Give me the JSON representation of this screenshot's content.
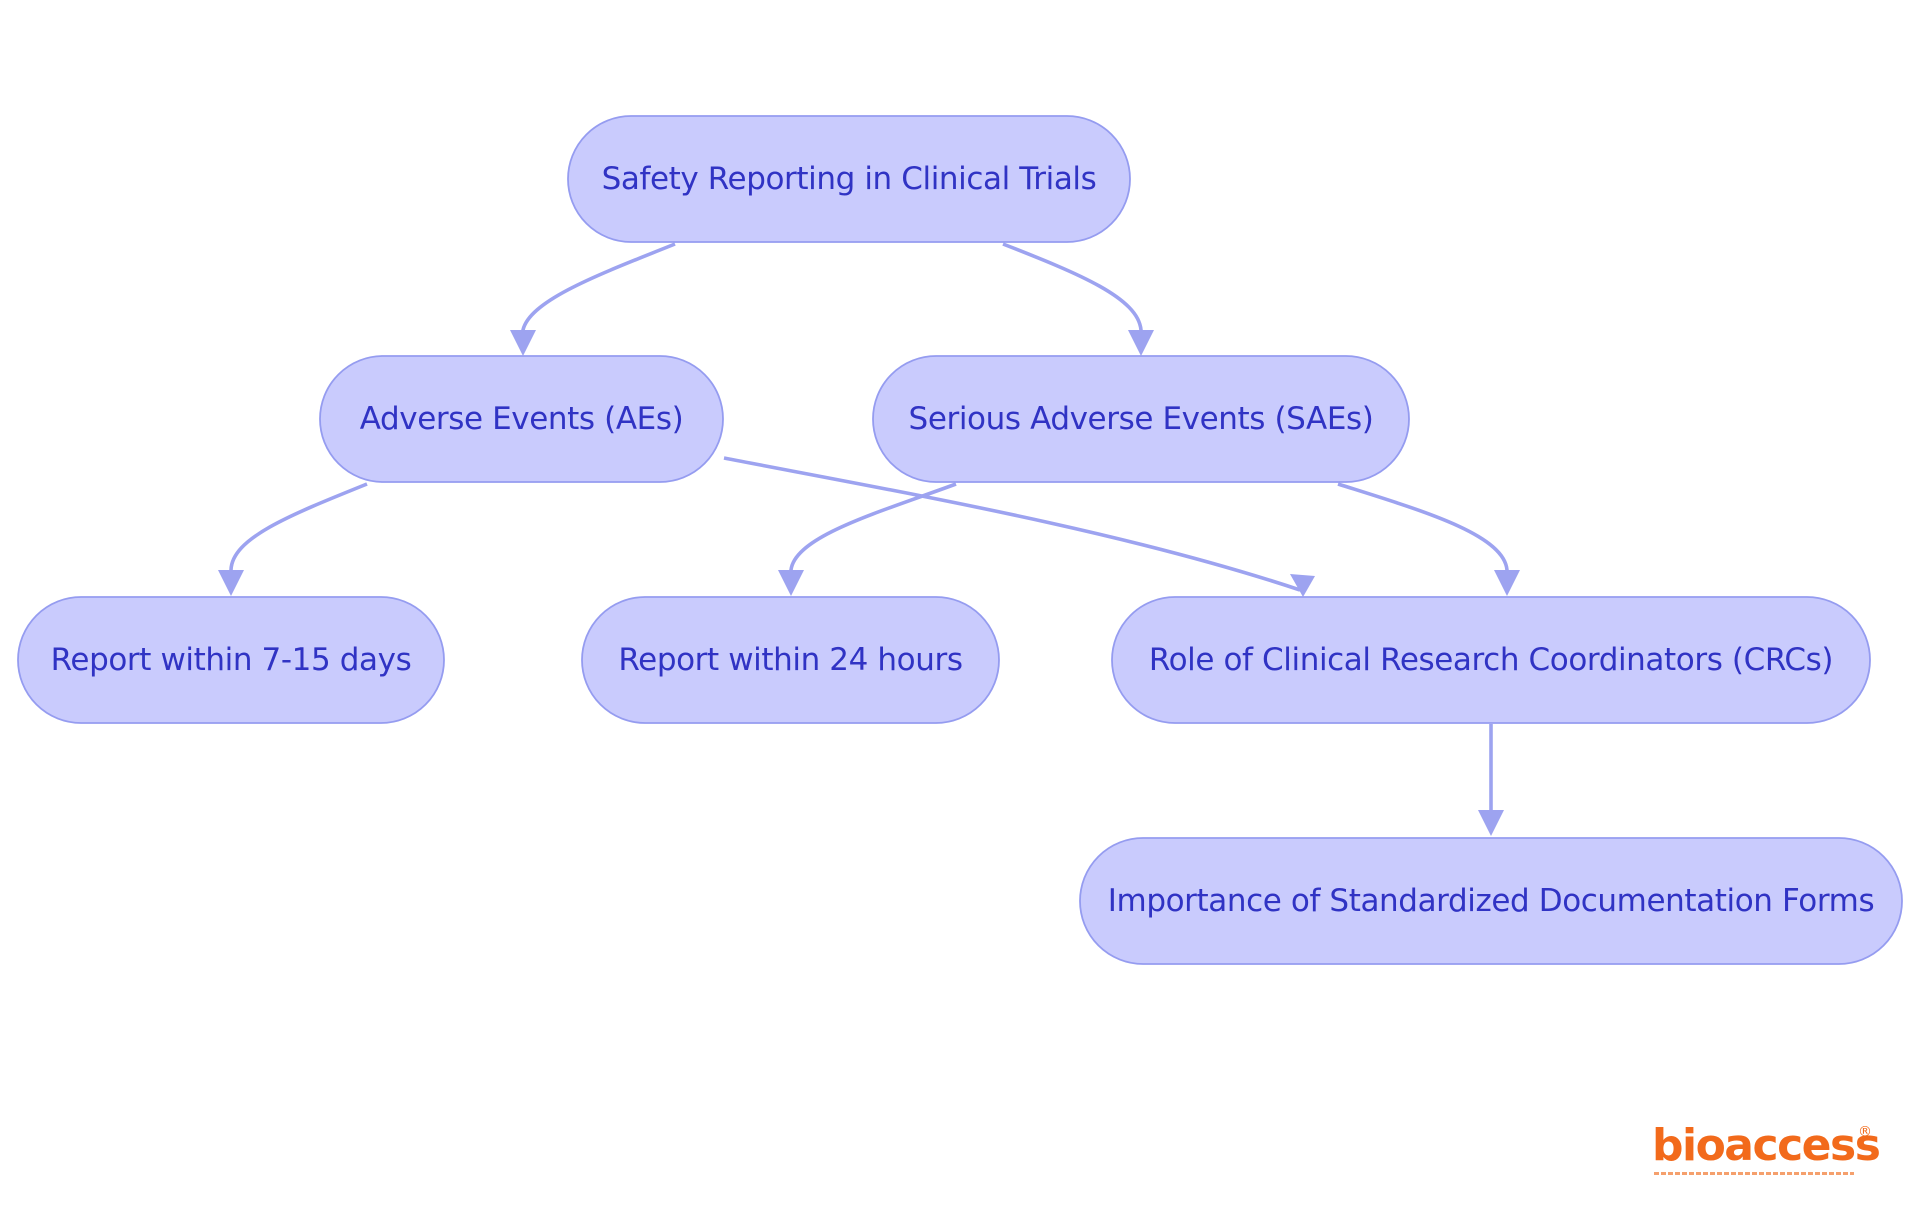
{
  "nodes": {
    "root": {
      "label": "Safety Reporting in Clinical Trials"
    },
    "aes": {
      "label": "Adverse Events (AEs)"
    },
    "saes": {
      "label": "Serious Adverse Events (SAEs)"
    },
    "report_7_15": {
      "label": "Report within 7-15 days"
    },
    "report_24h": {
      "label": "Report within 24 hours"
    },
    "crcs": {
      "label": "Role of Clinical Research Coordinators (CRCs)"
    },
    "forms": {
      "label": "Importance of Standardized Documentation Forms"
    }
  },
  "edges": [
    {
      "from": "root",
      "to": "aes"
    },
    {
      "from": "root",
      "to": "saes"
    },
    {
      "from": "aes",
      "to": "report_7_15"
    },
    {
      "from": "aes",
      "to": "crcs"
    },
    {
      "from": "saes",
      "to": "report_24h"
    },
    {
      "from": "saes",
      "to": "crcs"
    },
    {
      "from": "crcs",
      "to": "forms"
    }
  ],
  "colors": {
    "node_fill": "#c9cbfd",
    "node_stroke": "#959cf0",
    "edge": "#9da3f0",
    "text": "#3033c4",
    "logo": "#f26a1b"
  },
  "logo": {
    "word": "bioaccess",
    "registered": "®"
  }
}
